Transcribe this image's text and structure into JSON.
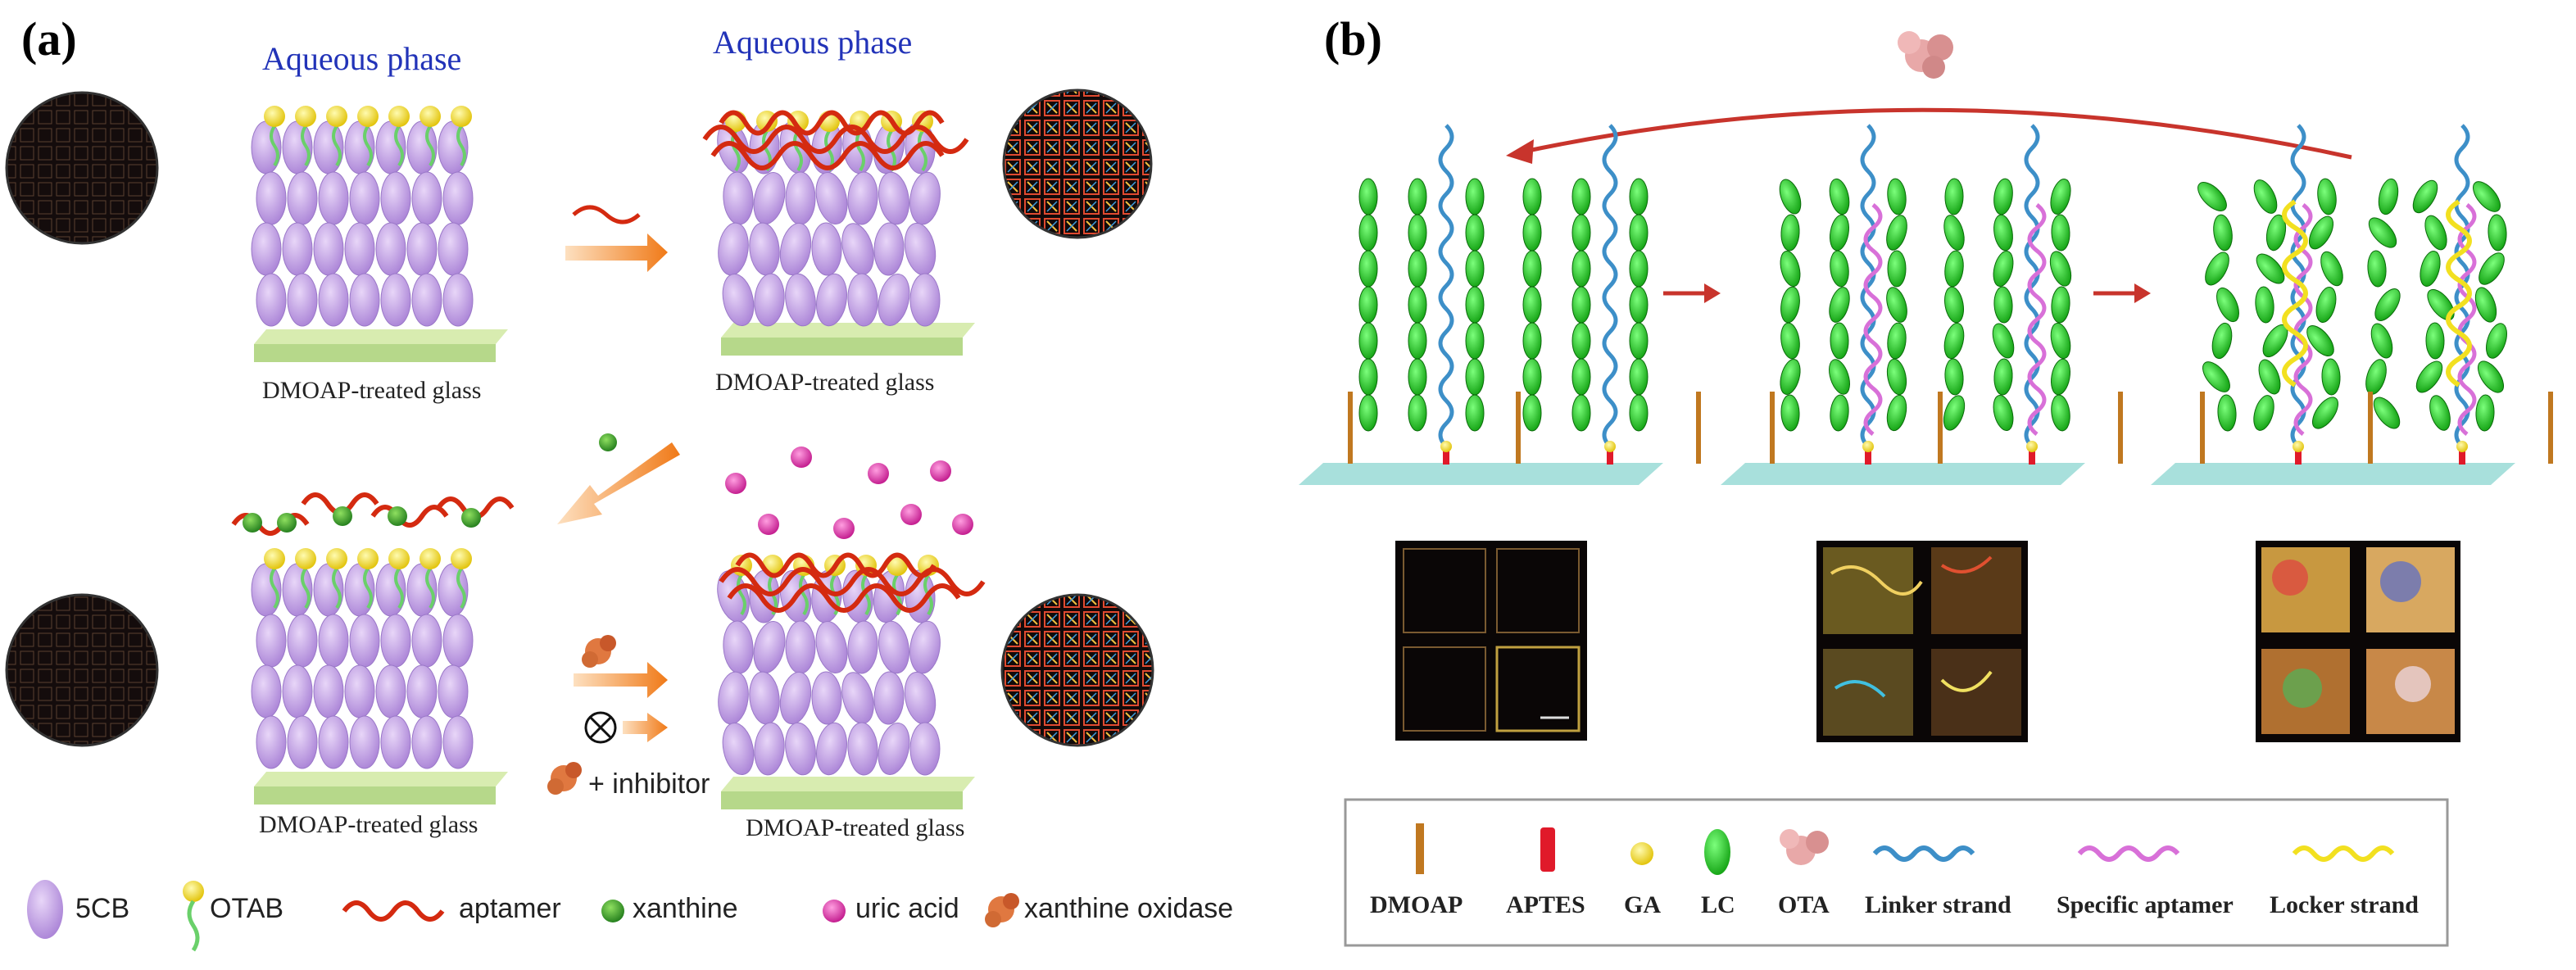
{
  "panel_a": {
    "label": "(a)",
    "aqueous_label": "Aqueous phase",
    "glass_label": "DMOAP-treated glass",
    "inhibitor_label": "+ inhibitor",
    "legend": {
      "item_5cb": "5CB",
      "item_otab": "OTAB",
      "item_aptamer": "aptamer",
      "item_xanthine": "xanthine",
      "item_uric_acid": "uric acid",
      "item_xanthine_oxidase": "xanthine oxidase"
    }
  },
  "panel_b": {
    "label": "(b)",
    "legend": {
      "dmoap": "DMOAP",
      "aptes": "APTES",
      "ga": "GA",
      "lc": "LC",
      "ota": "OTA",
      "linker": "Linker strand",
      "aptamer": "Specific aptamer",
      "locker": "Locker strand"
    }
  },
  "colors": {
    "lc_5cb": "#c9a6e8",
    "otab_head": "#f2d800",
    "aptamer": "#d42a10",
    "xanthine": "#2e9a2a",
    "uric_acid": "#e02aa8",
    "arrow": "#f07a18",
    "lc_green": "#1fd41f",
    "linker": "#3d8fc8",
    "specific_aptamer": "#d870d8",
    "locker": "#f2e020",
    "dmoap": "#c07820",
    "aptes": "#e01a2a",
    "glass": "#a8e0dc",
    "red_arrow": "#c8342c"
  }
}
